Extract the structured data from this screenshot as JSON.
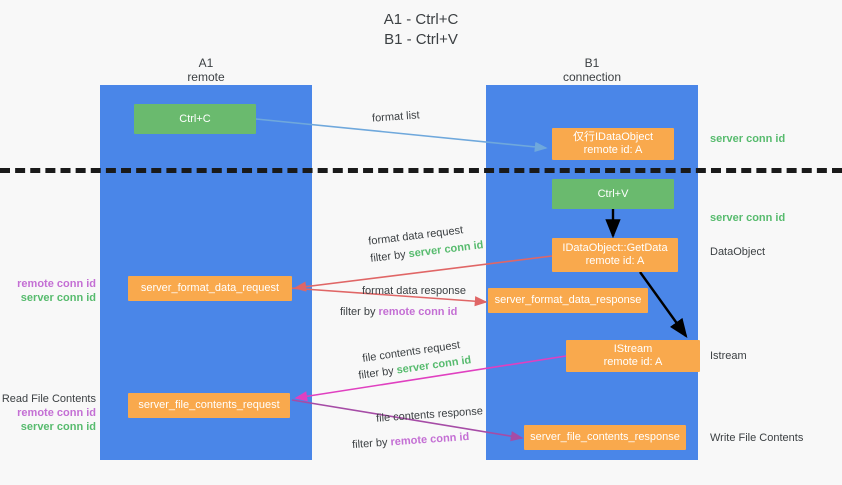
{
  "title": {
    "line1": "A1 - Ctrl+C",
    "line2": "B1 - Ctrl+V"
  },
  "lanes": [
    {
      "name": "A1",
      "sub": "remote"
    },
    {
      "name": "B1",
      "sub": "connection"
    }
  ],
  "nodes": {
    "ctrl_c": {
      "label": "Ctrl+C"
    },
    "ctrl_v": {
      "label": "Ctrl+V"
    },
    "idataobject_top": {
      "line1": "仅行IDataObject",
      "line2": "remote id: A"
    },
    "getdata": {
      "line1": "IDataObject::GetData",
      "line2": "remote id: A"
    },
    "istream": {
      "line1": "IStream",
      "line2": "remote id: A"
    },
    "format_data_request": {
      "label": "server_format_data_request"
    },
    "format_data_response": {
      "label": "server_format_data_response"
    },
    "file_contents_request": {
      "label": "server_file_contents_request"
    },
    "file_contents_response": {
      "label": "server_file_contents_response"
    }
  },
  "arrow_labels": {
    "format_list": "format list",
    "format_data_request": "format data request",
    "format_data_request_filter_prefix": "filter by ",
    "format_data_request_filter_value": "server conn id",
    "format_data_response": "format data response",
    "format_data_response_filter_prefix": "filter by ",
    "format_data_response_filter_value": "remote conn id",
    "file_contents_request": "file contents request",
    "file_contents_request_filter_prefix": "filter by ",
    "file_contents_request_filter_value": "server conn id",
    "file_contents_response": "file contents response",
    "file_contents_response_filter_prefix": "filter by ",
    "file_contents_response_filter_value": "remote conn id"
  },
  "annotations": {
    "right_server_conn_1": "server conn id",
    "right_server_conn_2": "server conn id",
    "right_dataobject": "DataObject",
    "right_istream": "Istream",
    "right_write_file_contents": "Write File Contents",
    "left_remote_conn_1": "remote conn id",
    "left_server_conn_1": "server conn id",
    "left_read_file_contents": "Read File Contents",
    "left_remote_conn_2": "remote conn id",
    "left_server_conn_2": "server conn id"
  },
  "colors": {
    "lane": "#4a86e8",
    "orange": "#f9a94d",
    "green": "#6aba6e",
    "green_text": "#57bb6e",
    "purple_text": "#c46fd4",
    "blue_wire": "#6fa8dc",
    "red_wire": "#e06666",
    "magenta_wire": "#e040c0",
    "purple_wire": "#a64ca6",
    "black_wire": "#000000"
  }
}
